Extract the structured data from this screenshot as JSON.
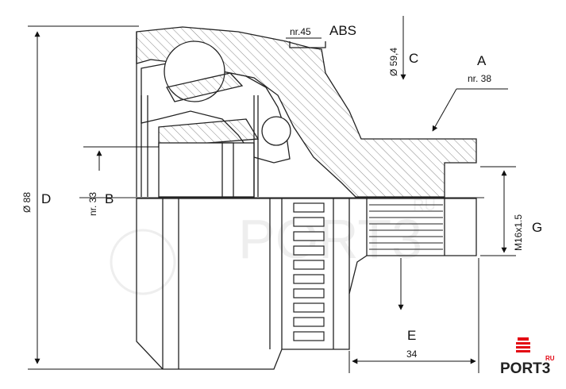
{
  "labels": {
    "abs": "ABS",
    "abs_teeth": "nr.45",
    "c": "C",
    "c_dim": "Ø 59,4",
    "a": "A",
    "a_splines": "nr. 38",
    "d": "D",
    "d_dim": "Ø 88",
    "b": "B",
    "b_splines": "nr. 33",
    "g": "G",
    "g_thread": "M16x1.5",
    "e": "E",
    "e_dim": "34"
  },
  "watermark": {
    "brand": "PORT3",
    "suffix": "RU"
  },
  "logo": {
    "brand": "PORT3",
    "suffix": "RU",
    "accent": "#e30613"
  },
  "colors": {
    "line": "#222222",
    "hatch": "#555555",
    "watermark": "#d9d9d9"
  }
}
